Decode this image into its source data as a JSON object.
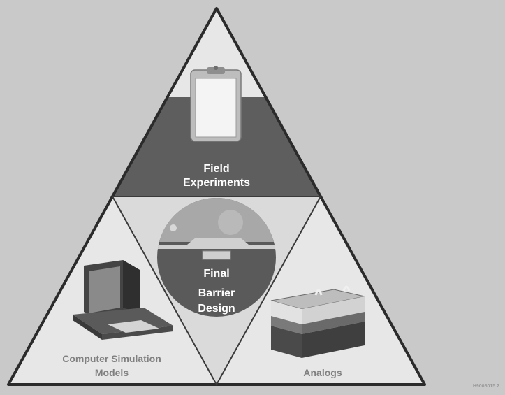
{
  "diagram": {
    "top_label_line1": "Field",
    "top_label_line2": "Experiments",
    "center_label_line1": "Final",
    "center_label_line2": "Barrier",
    "center_label_line3": "Design",
    "left_label_line1": "Computer Simulation",
    "left_label_line2": "Models",
    "right_label": "Analogs",
    "figure_code": "H9008015.2"
  },
  "colors": {
    "background": "#c9c9c9",
    "panel_light": "#e7e7e7",
    "band_dark": "#5e5e5e",
    "outline": "#2b2b2b",
    "text_white": "#ffffff",
    "text_gray": "#808080"
  },
  "icons": {
    "top": "clipboard-icon",
    "left": "computer-icon",
    "center": "barrier-cross-section-icon",
    "right": "soil-layers-block-icon"
  }
}
